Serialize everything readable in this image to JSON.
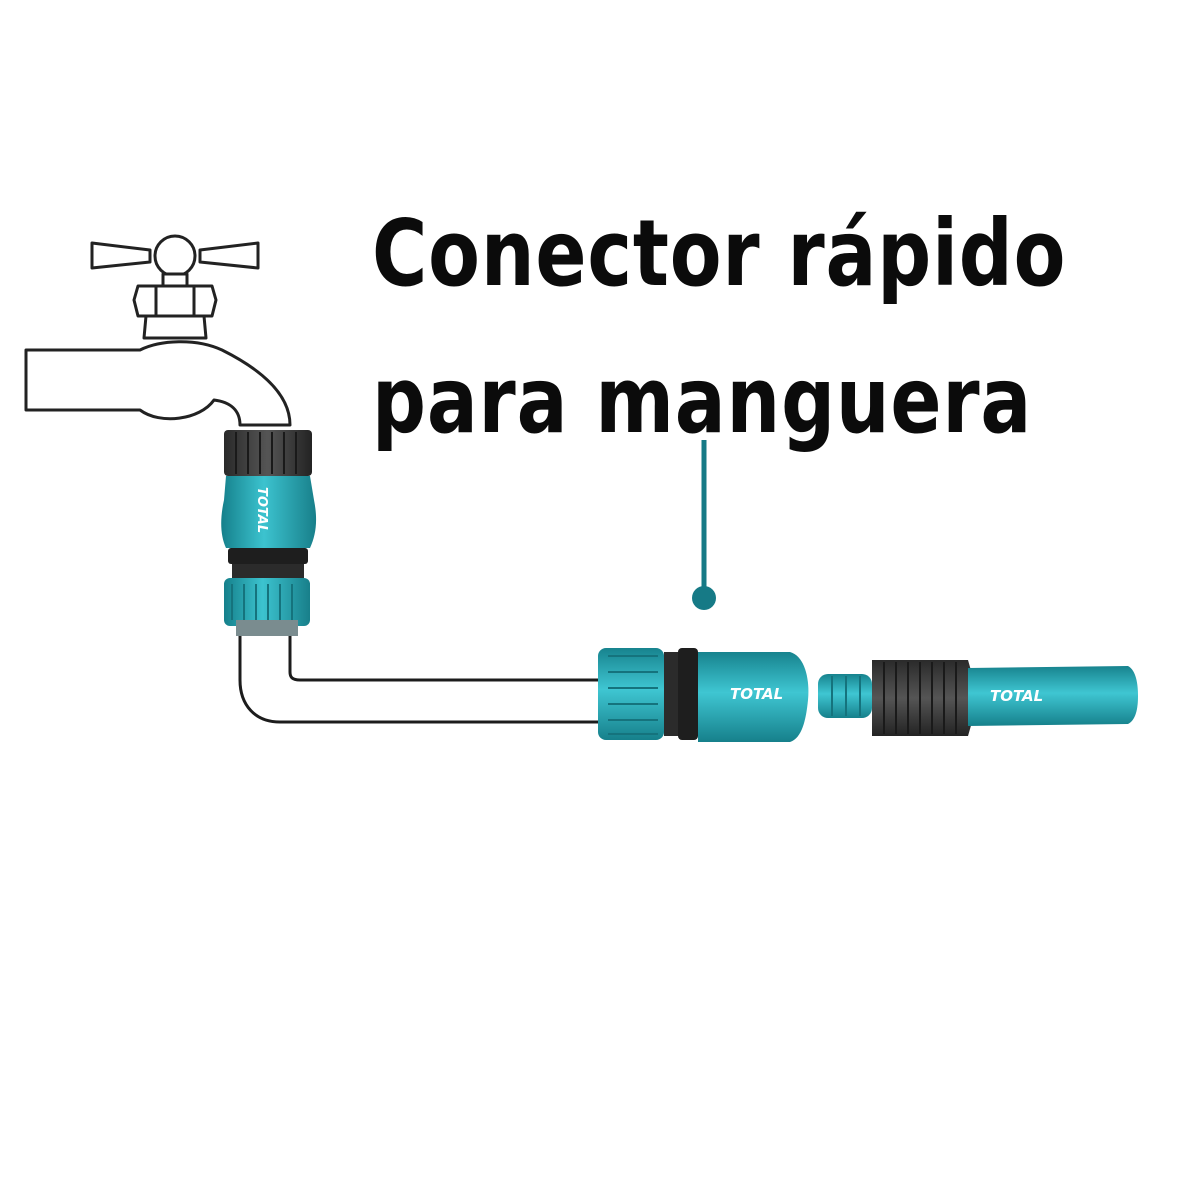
{
  "title": {
    "line1": "Conector rápido",
    "line2": "para manguera"
  },
  "brand": {
    "name": "TOTAL",
    "color": "#2aa8b5",
    "dark": "#1f7f8a"
  },
  "icons": [
    "faucet-icon",
    "hose-connector",
    "spray-nozzle"
  ],
  "colors": {
    "teal": "#2aa8b5",
    "teal_dark": "#16808b",
    "rubber": "#3a3a3a",
    "outline": "#222222",
    "callout": "#167a86"
  }
}
